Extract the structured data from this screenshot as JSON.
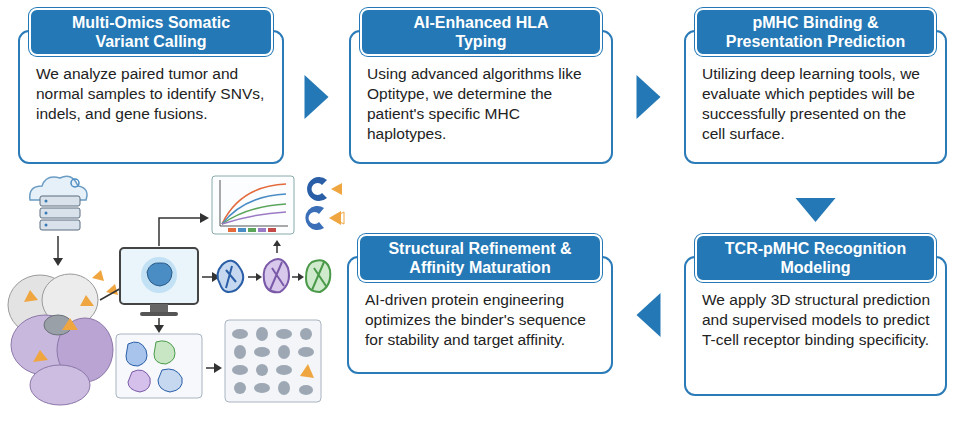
{
  "diagram": {
    "nodes": [
      {
        "text": [
          "Multi-Omics Somatic Variant Calling",
          "We analyze paired tumor and normal samples to identify SNVs, indels, and gene fusions."
        ]
      },
      {
        "text": [
          "AI-Enhanced HLA Typing",
          "Using advanced algorithms like Optitype, we determine the patient's specific MHC haplotypes."
        ]
      },
      {
        "text": [
          "pMHC Binding & Presentation Prediction",
          "Utilizing deep learning tools, we evaluate which peptides will be successfully presented on the cell surface."
        ]
      },
      {
        "text": [
          "TCR-pMHC Recognition Modeling",
          "We apply 3D structural prediction and supervised models to predict T-cell receptor binding specificity."
        ]
      },
      {
        "text": [
          "Structural Refinement & Affinity Maturation",
          "AI-driven protein engineering optimizes the binder's sequence for stability and target affinity."
        ]
      }
    ],
    "edges": [
      {
        "from": 0,
        "to": 1,
        "arrow": "to"
      },
      {
        "from": 1,
        "to": 2,
        "arrow": "to"
      },
      {
        "from": 2,
        "to": 3,
        "arrow": "to"
      },
      {
        "from": 3,
        "to": 4,
        "arrow": "to"
      }
    ]
  }
}
